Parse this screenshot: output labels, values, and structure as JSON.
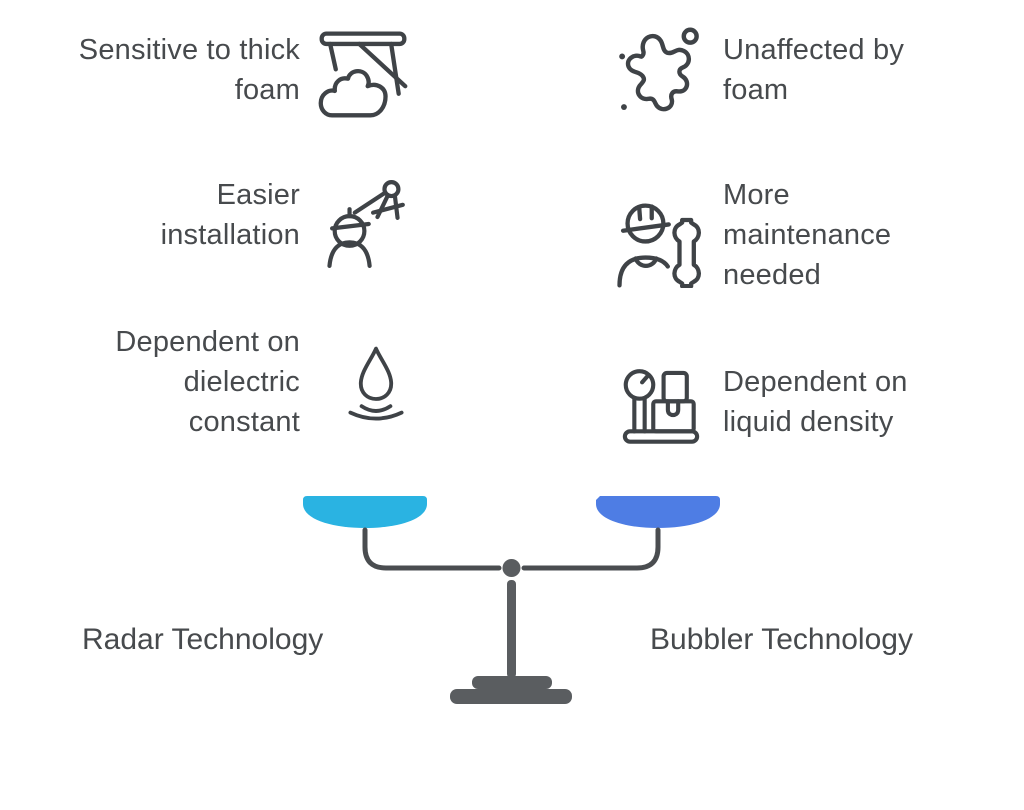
{
  "comparison": {
    "left": {
      "technology": "Radar Technology",
      "pan_color": "#2ab3e2",
      "items": [
        {
          "text": "Sensitive to thick foam",
          "icon": "radar-beam-over-foam-icon"
        },
        {
          "text": "Easier installation",
          "icon": "engineer-drafting-compass-icon"
        },
        {
          "text": "Dependent on dielectric constant",
          "icon": "water-drop-ripples-icon"
        }
      ]
    },
    "right": {
      "technology": "Bubbler Technology",
      "pan_color": "#4e7de4",
      "items": [
        {
          "text": "Unaffected by foam",
          "icon": "foam-splat-icon"
        },
        {
          "text": "More maintenance needed",
          "icon": "maintenance-worker-wrench-icon"
        },
        {
          "text": "Dependent on liquid density",
          "icon": "weighing-scale-icon"
        }
      ]
    },
    "balance": {
      "stand_color": "#5a5d60",
      "beam_color": "#4a4d50"
    },
    "text_color": "#474a4d",
    "icon_stroke": "#3f4347",
    "background": "#ffffff"
  }
}
